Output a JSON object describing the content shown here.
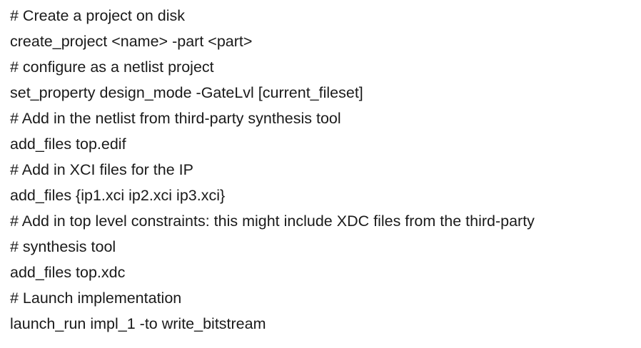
{
  "lines": [
    "# Create a project on disk",
    "create_project <name> -part <part>",
    "# configure as a netlist project",
    "set_property design_mode -GateLvl [current_fileset]",
    "# Add in the netlist from third-party synthesis tool",
    "add_files top.edif",
    "# Add in XCI files for the IP",
    "add_files {ip1.xci ip2.xci ip3.xci}",
    "# Add in top level constraints: this might include XDC files from the third-party",
    "# synthesis tool",
    "add_files top.xdc",
    "# Launch implementation",
    "launch_run impl_1 -to write_bitstream"
  ]
}
